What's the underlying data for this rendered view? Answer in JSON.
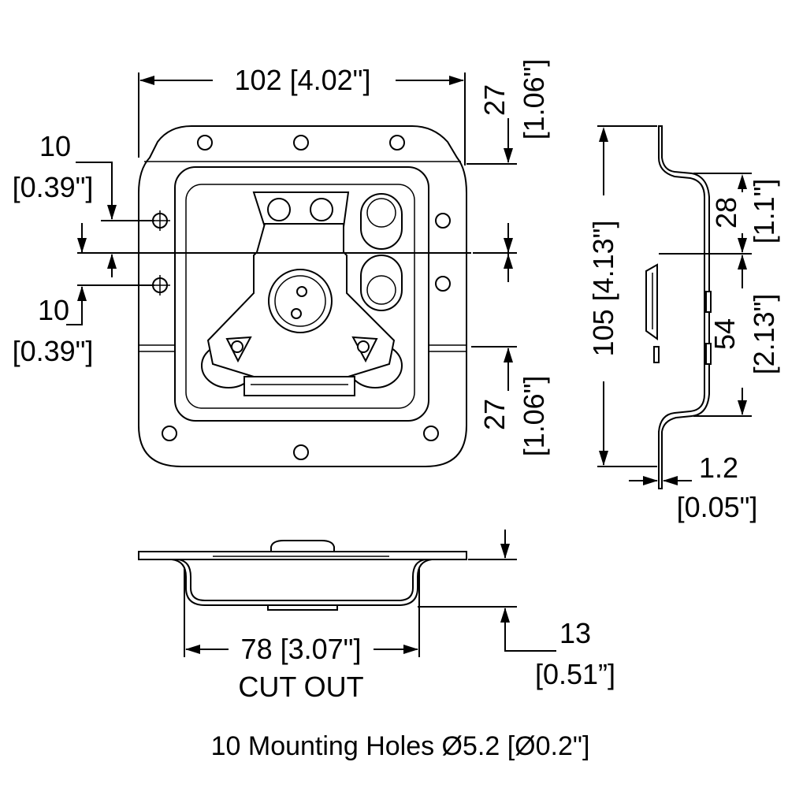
{
  "dimensions": {
    "width_top": "102 [4.02\"]",
    "top_offset_value": "27",
    "top_offset_inch": "[1.06\"]",
    "left_upper_value": "10",
    "left_upper_inch": "[0.39\"]",
    "left_lower_value": "10",
    "left_lower_inch": "[0.39\"]",
    "bottom_offset_value": "27",
    "bottom_offset_inch": "[1.06\"]",
    "side_height": "105 [4.13\"]",
    "side_upper_value": "28",
    "side_upper_inch": "[1.1\"]",
    "side_lower_value": "54",
    "side_lower_inch": "[2.13\"]",
    "thickness_value": "1.2",
    "thickness_inch": "[0.05\"]",
    "cutout_width": "78 [3.07\"]",
    "cutout_label": "CUT OUT",
    "depth_value": "13",
    "depth_inch": "[0.51”]"
  },
  "note": "10 Mounting Holes Ø5.2 [Ø0.2\"]"
}
